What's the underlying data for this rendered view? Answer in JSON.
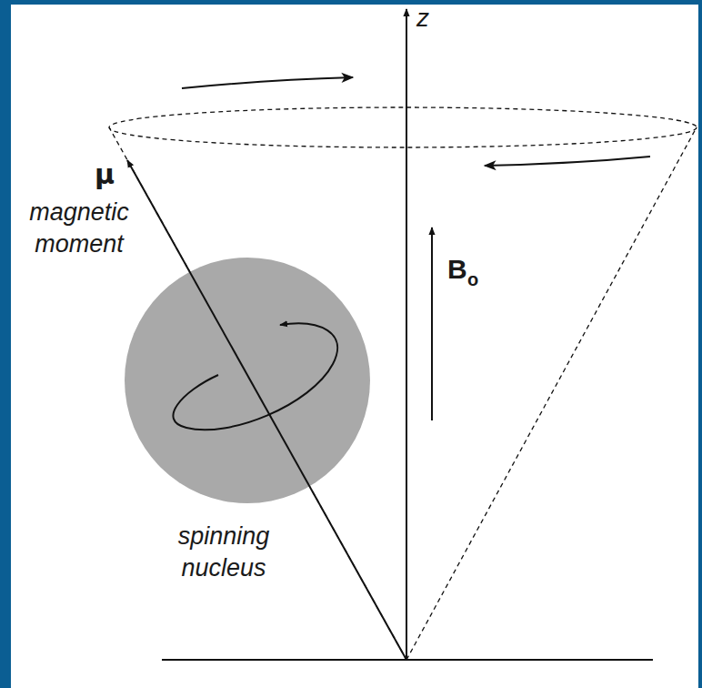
{
  "diagram": {
    "labels": [
      "z",
      "μ",
      "magnetic moment",
      "B",
      "o",
      "spinning nucleus"
    ]
  }
}
